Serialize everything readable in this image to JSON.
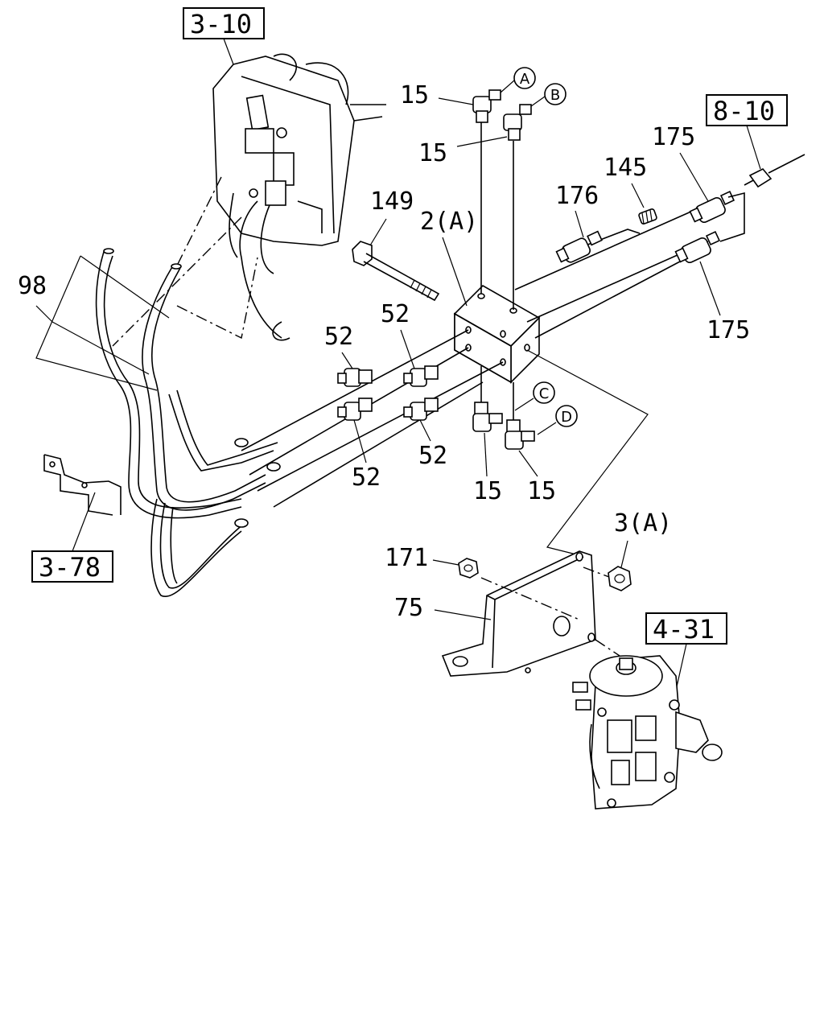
{
  "refs": {
    "r310": "3-10",
    "r810": "8-10",
    "r378": "3-78",
    "r431": "4-31"
  },
  "labels": {
    "p15_a": "15",
    "p15_b": "15",
    "p15_c": "15",
    "p15_d": "15",
    "p149": "149",
    "p2a": "2(A)",
    "p176": "176",
    "p145": "145",
    "p175_top": "175",
    "p175_bottom": "175",
    "p98": "98",
    "p52_1": "52",
    "p52_2": "52",
    "p52_3": "52",
    "p52_4": "52",
    "p171": "171",
    "p3a": "3(A)",
    "p75": "75"
  },
  "circles": {
    "a": "A",
    "b": "B",
    "c": "C",
    "d": "D"
  }
}
